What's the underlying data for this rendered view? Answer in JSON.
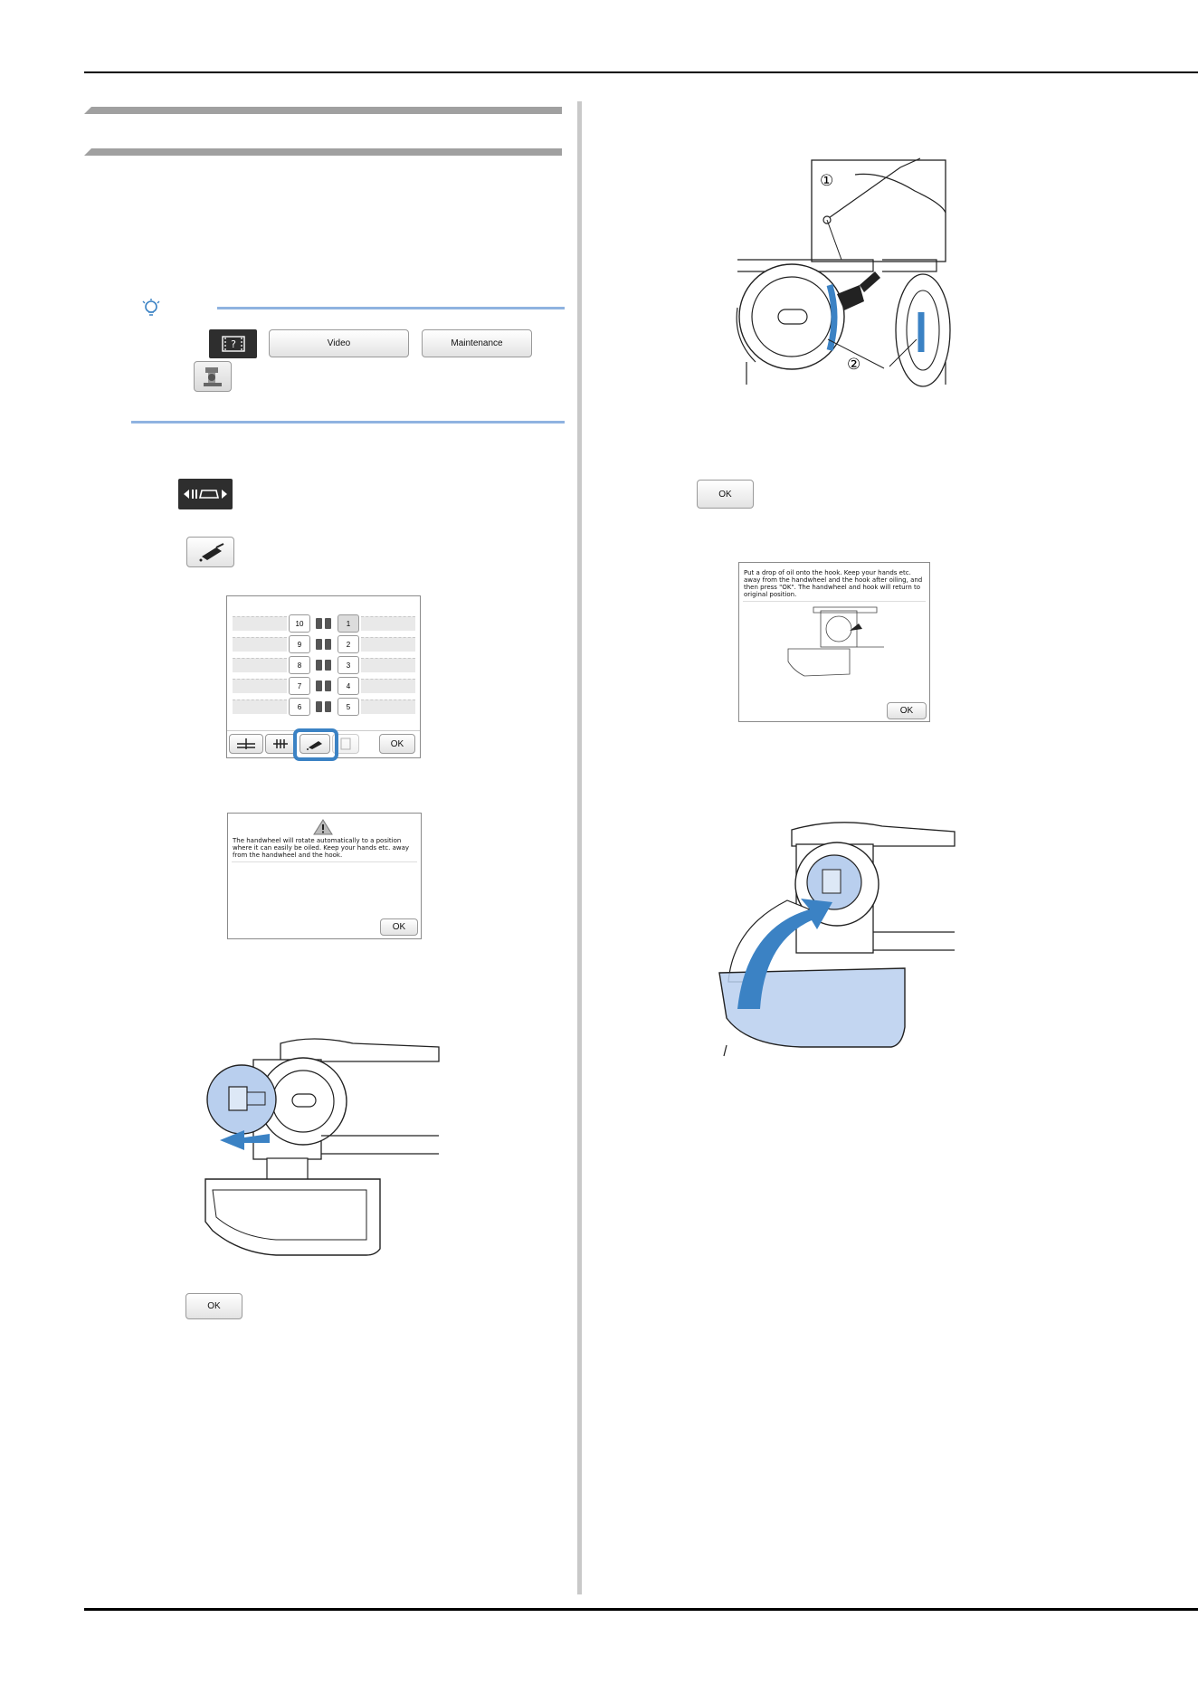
{
  "note_toolbar": {
    "video_label": "Video",
    "maintenance_label": "Maintenance",
    "help_icon": "film-question-icon",
    "machine_icon": "machine-thumbnail-icon"
  },
  "left_steps": {
    "move_icon": "needle-bar-move-icon",
    "oil_icon": "oiling-icon",
    "ok_label": "OK"
  },
  "needle_screen": {
    "left_numbers": [
      "10",
      "9",
      "8",
      "7",
      "6"
    ],
    "right_numbers": [
      "1",
      "2",
      "3",
      "4",
      "5"
    ],
    "selected": "1",
    "ok_label": "OK"
  },
  "warning_dialog": {
    "text": "The handwheel will rotate automatically to a position where it can easily be oiled. Keep your hands etc. away from the handwheel and the hook.",
    "ok_label": "OK"
  },
  "oil_figure": {
    "callout_1": "①",
    "callout_2": "②"
  },
  "right_ok_label": "OK",
  "oil_dialog": {
    "text": "Put a drop of oil onto the hook. Keep your hands etc. away from the handwheel and the hook after oiling, and then press \"OK\". The handwheel and hook will return to original position.",
    "ok_label": "OK"
  },
  "accent_colors": {
    "blue": "#3b82c4",
    "light_blue": "#b9cfee",
    "rule_blue": "#8fb3e0"
  }
}
